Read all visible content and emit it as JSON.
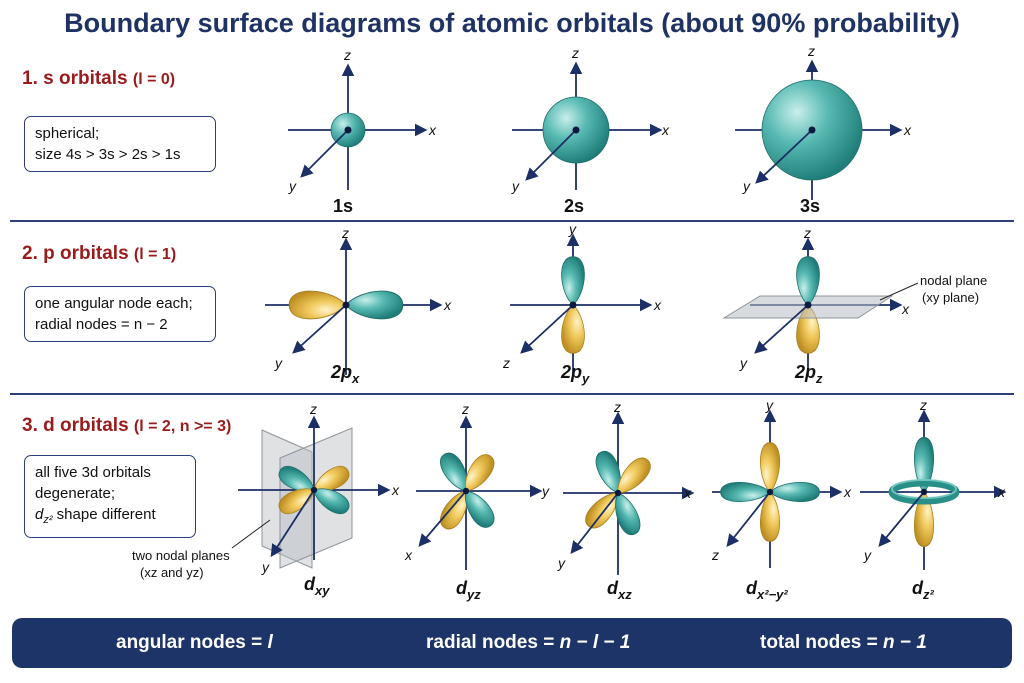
{
  "title": "Boundary surface diagrams of atomic orbitals (about 90% probability)",
  "colors": {
    "teal": "#3aa6a0",
    "yellow": "#edc45a",
    "navy": "#1c3467",
    "heading_red": "#9a1b1b"
  },
  "sections": {
    "s": {
      "heading": "1. s orbitals",
      "params": "(l = 0)",
      "note_line1": "spherical;",
      "note_line2": "size 4s > 3s > 2s > 1s",
      "orbitals": [
        "1s",
        "2s",
        "3s"
      ]
    },
    "p": {
      "heading": "2. p orbitals",
      "params": "(l = 1)",
      "note_line1": "one angular node each;",
      "note_line2": "radial nodes = n − 2",
      "orbitals": {
        "px": {
          "main": "2p",
          "sub": "x"
        },
        "py": {
          "main": "2p",
          "sub": "y"
        },
        "pz": {
          "main": "2p",
          "sub": "z"
        }
      },
      "nodal_plane_line1": "nodal plane",
      "nodal_plane_line2": "(xy plane)"
    },
    "d": {
      "heading": "3. d orbitals",
      "params": "(l = 2, n >= 3)",
      "note_line1": "all five 3d orbitals",
      "note_line2": "degenerate;",
      "note_line3_main": "d",
      "note_line3_sub": "z²",
      "note_line3_rest": " shape different",
      "nodal_planes_line1": "two nodal planes",
      "nodal_planes_line2": "(xz and yz)",
      "orbitals": {
        "dxy": {
          "main": "d",
          "sub": "xy"
        },
        "dyz": {
          "main": "d",
          "sub": "yz"
        },
        "dxz": {
          "main": "d",
          "sub": "xz"
        },
        "dx2y2": {
          "main": "d",
          "sub": "x²−y²"
        },
        "dz2": {
          "main": "d",
          "sub": "z²"
        }
      }
    }
  },
  "axes": {
    "x": "x",
    "y": "y",
    "z": "z"
  },
  "footer": {
    "angular_text": "angular nodes = ",
    "angular_var": "l",
    "radial_text": "radial nodes = ",
    "radial_var": "n − l − 1",
    "total_text": "total nodes = ",
    "total_var": "n − 1"
  }
}
